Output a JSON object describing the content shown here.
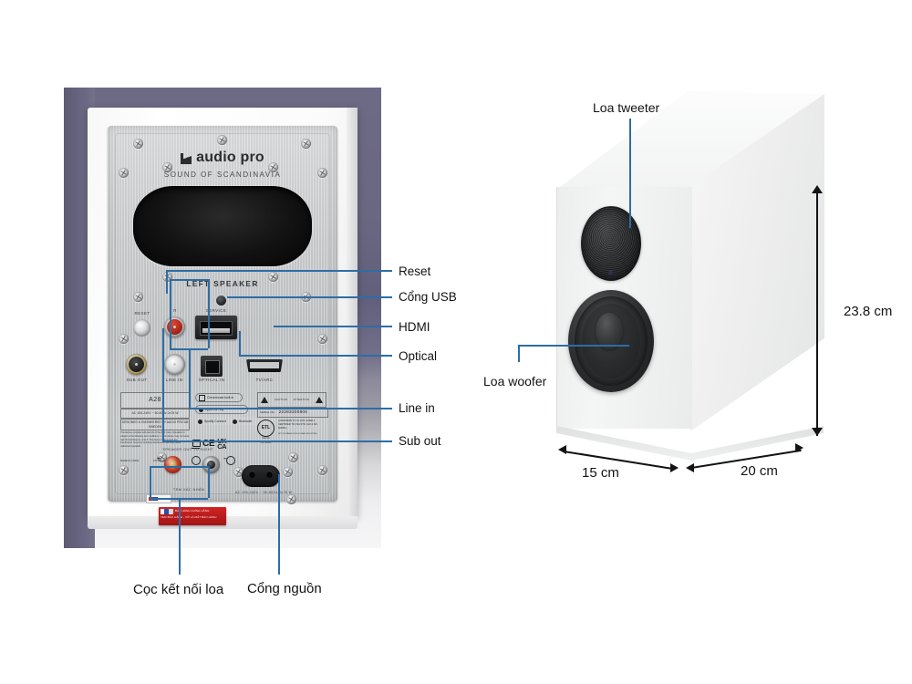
{
  "photo": {
    "brand": "audio pro",
    "tagline": "SOUND OF SCANDINAVIA",
    "channel_marking": "LEFT SPEAKER",
    "connector_labels": {
      "reset": "RESET",
      "right_rca": "R",
      "left_rca": "L",
      "service_usb": "SERVICE",
      "sub_out": "SUB OUT",
      "line_in": "LINE IN",
      "optical_in": "OPTICAL IN",
      "hdmi": "TV/ARC"
    },
    "spec_label": {
      "model": "A28",
      "voltage": "AC 100-240V ~ 50-60Hz 2x75 W",
      "designed_by": "DESIGNED & ENGINEERED BY AUDIO PRO AB SWEDEN",
      "address": "Audio Pro AB, Sperlingsvägen 12, SE-224 78 Helsingborg, Sweden",
      "fcc_paragraph": "This device complies with part 15 of the FCC rules. Operation is subject to the following two conditions: 1. This device may not cause harmful interference, and 2. This device must accept any interference received, including interference that may cause undesired operation.",
      "fcc_id": "FCC ID: 2AQCAC-A28",
      "ic_id": "IC: 20967-A28",
      "made_in": "MADE IN CHINA",
      "serial_label": "SERIAL NO.",
      "serial_value": "22283300806",
      "caution_left": "CAUTION",
      "caution_right": "ATTENTION",
      "etl_mark": "ETL",
      "etl_agency": "Intertek",
      "etl_number": "5179890",
      "etl_text": "CONFORMS TO UL STD. 62368-1 CERTIFIED TO CSA STD. C22.2 NO. 62368-1",
      "etl_footer": "NOT SUITABLE FOR GLOBAL MOUNTING",
      "badges": [
        "Chromecast built-in",
        "Apple AirPlay",
        "Spotify Connect",
        "Bluetooth"
      ],
      "marks": [
        "CE",
        "WEEE",
        "UKCA",
        "Recycle"
      ]
    },
    "terminals": {
      "speaker_out": "SPEAKER OUT TO RIGHT",
      "plus": "+",
      "minus": "–",
      "tem_label": "TEM XÁC NHẬN"
    },
    "power": {
      "ac_rating": "AC 100-240V ~ 50-60Hz 2x75 W"
    },
    "warranty_sticker": {
      "line1": "BẢO HÀNH CHÍNH HÃNG",
      "line2": "TEM BẢO HÀNH - VỠ LÀ MẤT BẢO HÀNH",
      "line3": "HOTLINE: 1900 xxxx"
    }
  },
  "callouts_right": [
    {
      "id": "reset",
      "label": "Reset"
    },
    {
      "id": "usb",
      "label": "Cổng USB"
    },
    {
      "id": "hdmi",
      "label": "HDMI"
    },
    {
      "id": "optical",
      "label": "Optical"
    },
    {
      "id": "line-in",
      "label": "Line in"
    },
    {
      "id": "sub-out",
      "label": "Sub out"
    }
  ],
  "callouts_bottom": [
    {
      "id": "speaker-terminals",
      "label": "Cọc kết nối loa"
    },
    {
      "id": "power-port",
      "label": "Cổng nguồn"
    }
  ],
  "speaker_diagram": {
    "tweeter_label": "Loa tweeter",
    "woofer_label": "Loa woofer",
    "dimensions": {
      "height": "23.8 cm",
      "width": "15 cm",
      "depth": "20 cm"
    }
  },
  "colors": {
    "leader_line": "#2e6da4",
    "text": "#111315",
    "photo_background": "#6a6781"
  }
}
